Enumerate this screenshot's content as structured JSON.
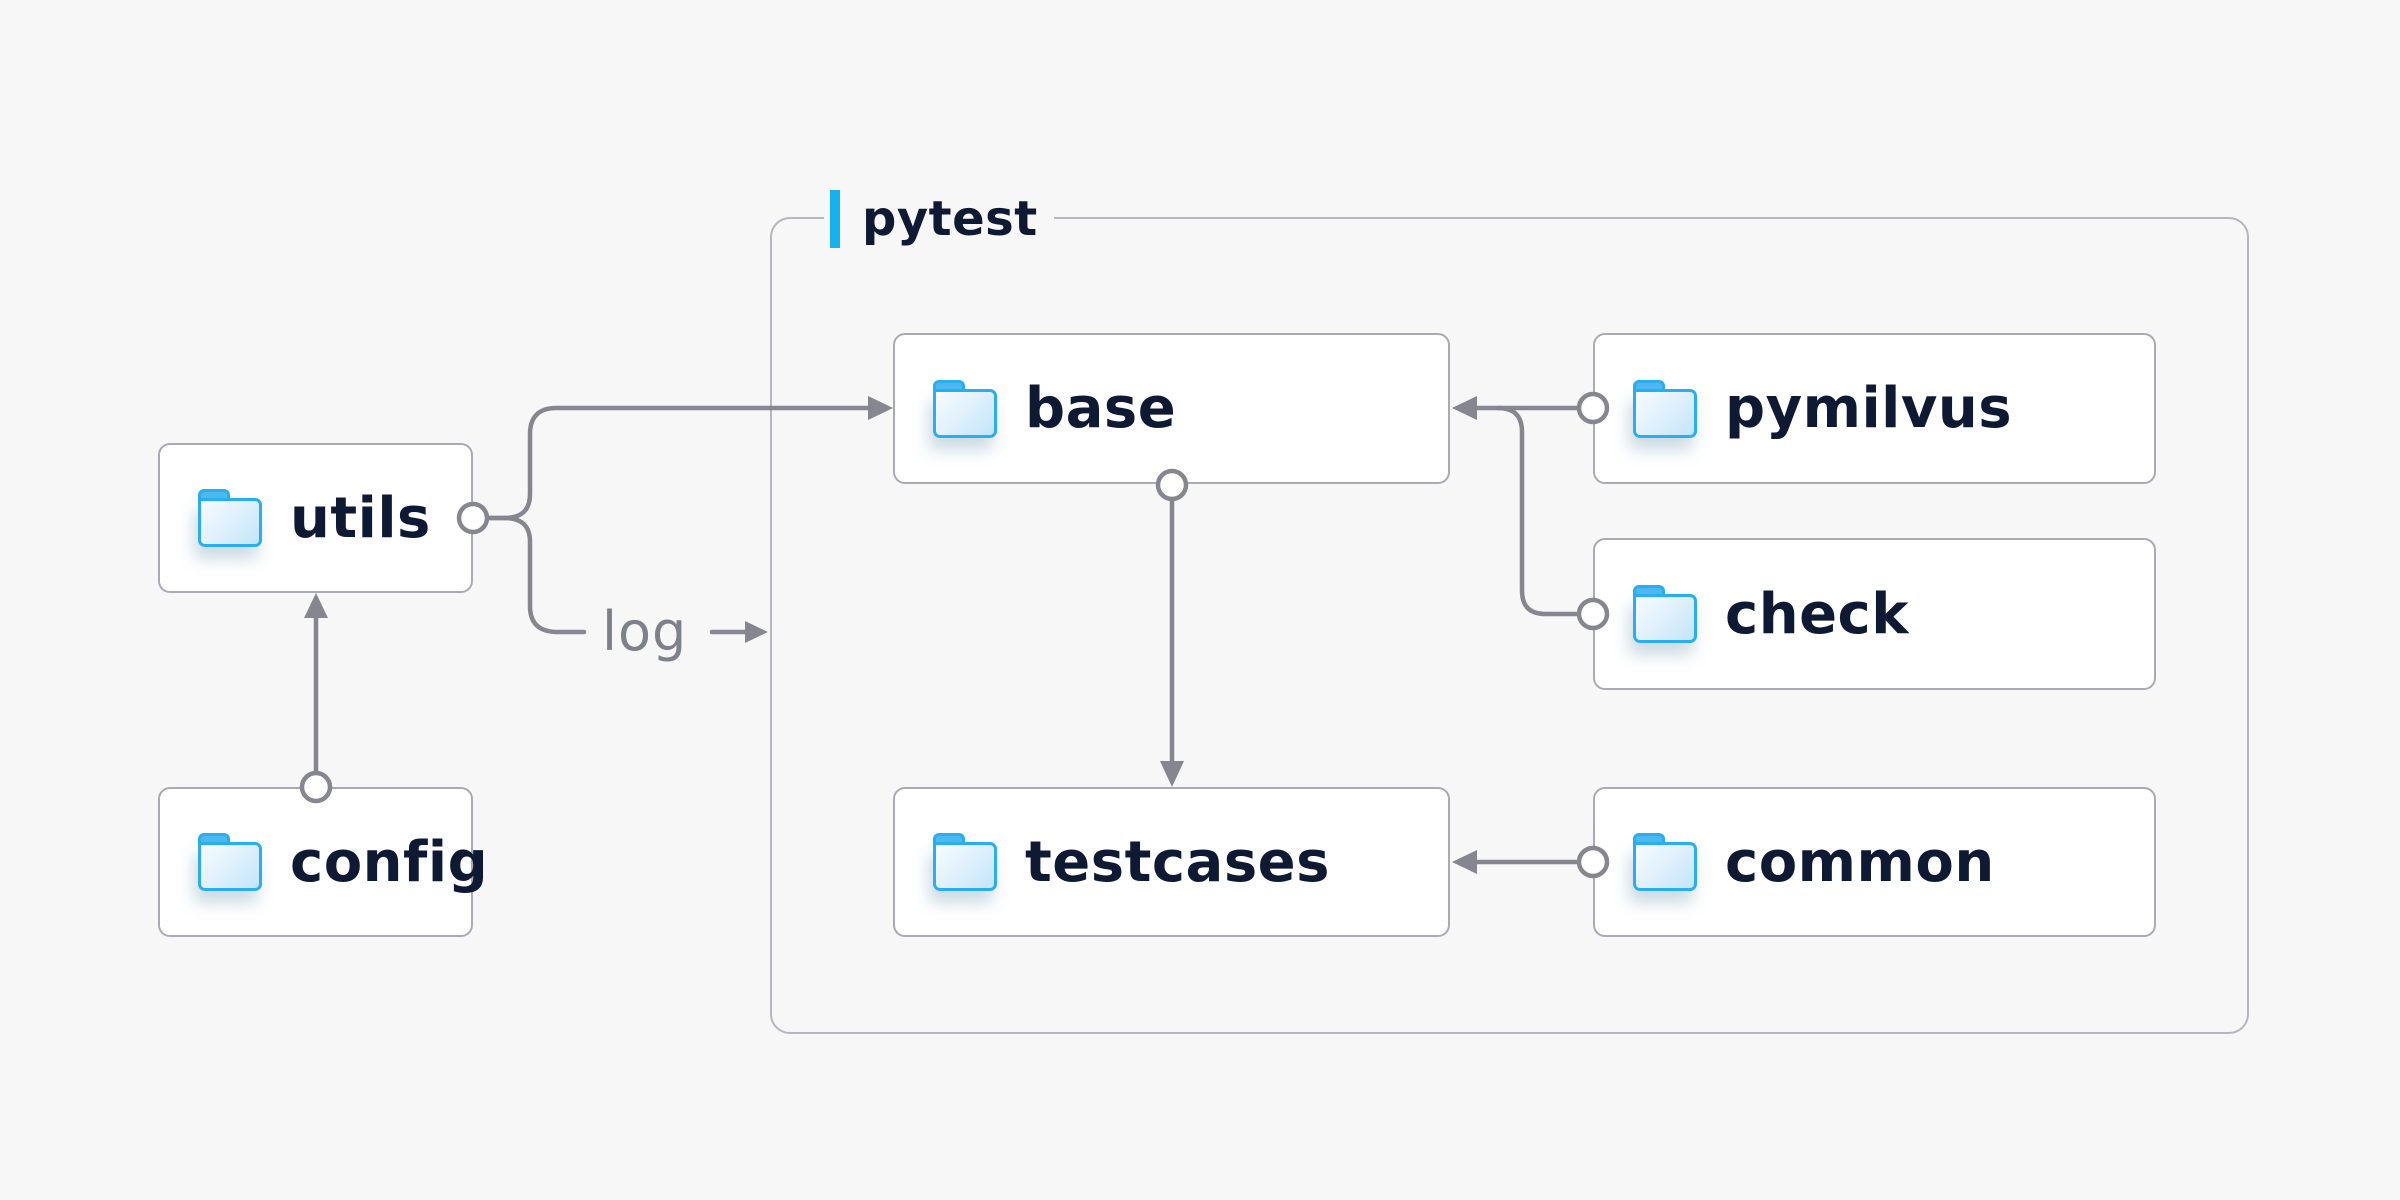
{
  "container": {
    "label": "pytest"
  },
  "nodes": {
    "utils": {
      "label": "utils"
    },
    "config": {
      "label": "config"
    },
    "base": {
      "label": "base"
    },
    "pymilvus": {
      "label": "pymilvus"
    },
    "check": {
      "label": "check"
    },
    "testcases": {
      "label": "testcases"
    },
    "common": {
      "label": "common"
    }
  },
  "edges": {
    "log_label": "log",
    "list": [
      "utils -> base",
      "utils -> log",
      "config -> utils",
      "base -> testcases",
      "pymilvus -> base",
      "check -> base",
      "common -> testcases"
    ]
  },
  "icons": {
    "node_icon": "folder-icon",
    "log_arrow": "right-arrow-icon"
  },
  "colors": {
    "background": "#f7f7f8",
    "box_fill": "#ffffff",
    "box_border": "#a8aab5",
    "container_border": "#b5b6bf",
    "line_gray": "#85868f",
    "text_dark": "#0e1a33",
    "label_gray": "#7e808b",
    "accent_blue": "#17b1f0",
    "folder_blue": "#29aeef"
  }
}
